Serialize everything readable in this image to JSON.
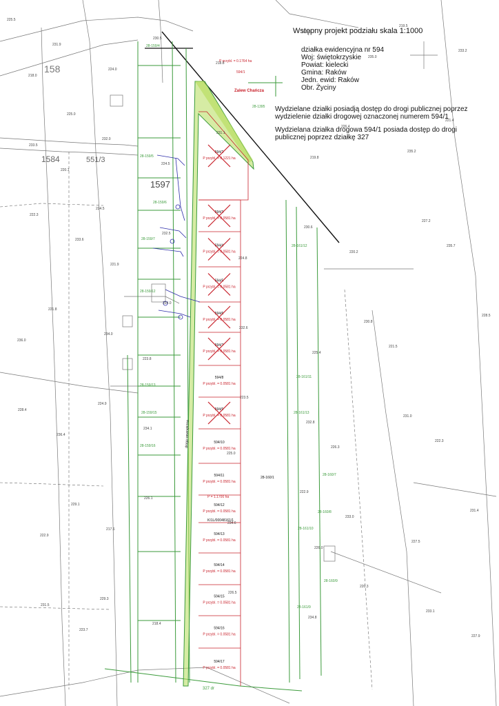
{
  "header": {
    "title": "Wstępny projekt podziału skala 1:1000",
    "info": [
      "działka ewidencyjna nr 594",
      "Woj: świętokrzyskie",
      "Powiat: kielecki",
      "Gmina: Raków",
      "Jedn. ewid: Raków",
      "Obr. Życiny"
    ],
    "note1": "Wydzielane działki posiadją dostęp do drogi publicznej poprzez wydzielenie działki drogowej oznaczonej numerem 594/1",
    "note2": "Wydzielana działka drogowa 594/1 posiada dostęp do drogi publicznej poprzez działkę 327"
  },
  "colors": {
    "boundary": "#3a9a3a",
    "subdivision": "#c8202a",
    "road": "#b4dc5a",
    "base": "#555555",
    "survey": "#2b2ba8"
  },
  "labels": {
    "lake": "Zalew Chańcza",
    "road_label": "droga wewnętrzna",
    "road_parcel": "594/1",
    "road_area": "P przybl. = 0.1764 ha",
    "road_327": "327 dr",
    "parcel_160_1": "28-160/1",
    "kw": "KI1L/00048161/1",
    "big_area": "P = 1.1700 ha"
  },
  "plots": [
    {
      "id": "594/2",
      "area": "P przybl. = 0.1221 ha",
      "crossed": true
    },
    {
      "id": "594/3",
      "area": "P przybl. = 0.0581 ha",
      "crossed": true
    },
    {
      "id": "594/4",
      "area": "P przybl. = 0.0581 ha",
      "crossed": true
    },
    {
      "id": "594/5",
      "area": "P przybl. = 0.0581 ha",
      "crossed": true
    },
    {
      "id": "594/6",
      "area": "P przybl. = 0.0581 ha",
      "crossed": true
    },
    {
      "id": "594/7",
      "area": "P przybl. = 0.0581 ha",
      "crossed": true
    },
    {
      "id": "594/8",
      "area": "P przybl. = 0.0581 ha",
      "crossed": false
    },
    {
      "id": "594/9",
      "area": "P przybl. = 0.0581 ha",
      "crossed": true
    },
    {
      "id": "594/10",
      "area": "P przybl. = 0.0581 ha",
      "crossed": false
    },
    {
      "id": "594/11",
      "area": "P przybl. = 0.0581 ha",
      "crossed": false
    },
    {
      "id": "594/12",
      "area": "P przybl. = 0.0581 ha",
      "crossed": false
    },
    {
      "id": "594/13",
      "area": "P przybl. = 0.0581 ha",
      "crossed": false
    },
    {
      "id": "594/14",
      "area": "P przybl. = 0.0581 ha",
      "crossed": false
    },
    {
      "id": "594/15",
      "area": "P przybl. = 0.0581 ha",
      "crossed": false
    },
    {
      "id": "594/16",
      "area": "P przybl. = 0.0581 ha",
      "crossed": false
    },
    {
      "id": "594/17",
      "area": "P przybl. = 0.0581 ha",
      "crossed": false
    }
  ],
  "neighbors_west": [
    "28-159/4",
    "28-159/5",
    "28-159/6",
    "28-159/7",
    "28-159/12",
    "28-159/13",
    "28-159/15",
    "28-159/16"
  ],
  "neighbors_east": [
    "28-1395",
    "28-161/12",
    "28-161/11",
    "28-161/13",
    "28-160/7",
    "28-160/8",
    "28-161/10",
    "28-160/9",
    "28-161/9"
  ],
  "parcel_numbers": [
    "1597",
    "1584",
    "551/3",
    "158"
  ],
  "elevations": [
    "225.5",
    "225.0",
    "224.5",
    "224.0",
    "223.5",
    "222.9",
    "220.3",
    "219.5",
    "221.4",
    "222.3",
    "221.8",
    "224.9",
    "226.1",
    "226.5",
    "227.3",
    "226.4",
    "227.2",
    "228.5",
    "228.4",
    "229.1",
    "229.3",
    "230.5",
    "231.1",
    "230.6",
    "230.8",
    "231.0",
    "231.4",
    "231.5",
    "231.9",
    "232.0",
    "232.5",
    "232.6",
    "232.8",
    "233.0",
    "233.1",
    "233.2",
    "233.5",
    "233.6",
    "234.0",
    "234.1",
    "234.6",
    "234.8",
    "235.0",
    "235.2",
    "235.7",
    "236.0",
    "236.4",
    "217.6",
    "218.4",
    "218.8",
    "219.8",
    "220.2",
    "221.5",
    "222.3",
    "222.9",
    "223.7",
    "224.0",
    "224.5",
    "224.8",
    "225.4",
    "226.3",
    "227.5",
    "227.9",
    "218.0",
    "220.1",
    "221.9",
    "223.8",
    "225.0",
    "226.0"
  ]
}
